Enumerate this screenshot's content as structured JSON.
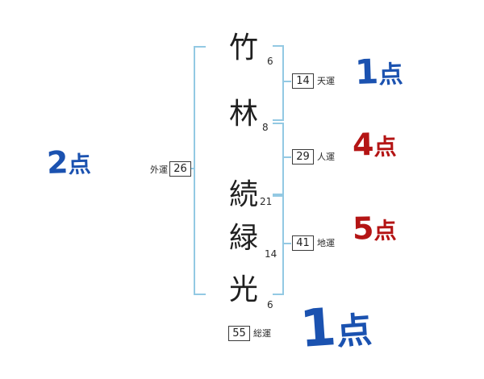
{
  "chars": [
    {
      "char": "竹",
      "strokes": "6"
    },
    {
      "char": "林",
      "strokes": "8"
    },
    {
      "char": "続",
      "strokes": "21"
    },
    {
      "char": "緑",
      "strokes": "14"
    },
    {
      "char": "光",
      "strokes": "6"
    }
  ],
  "fortunes": {
    "tenun": {
      "value": "14",
      "label": "天運",
      "score_num": "1",
      "score_suffix": "点"
    },
    "jinun": {
      "value": "29",
      "label": "人運",
      "score_num": "4",
      "score_suffix": "点"
    },
    "chiun": {
      "value": "41",
      "label": "地運",
      "score_num": "5",
      "score_suffix": "点"
    },
    "gaiun": {
      "value": "26",
      "label": "外運",
      "score_num": "2",
      "score_suffix": "点"
    },
    "souun": {
      "value": "55",
      "label": "総運",
      "score_num": "1",
      "score_suffix": "点"
    }
  },
  "colors": {
    "score_blue": "#1b52b0",
    "score_red": "#b41414",
    "bracket_blue": "#93c9e3",
    "box_border": "#3a3a3a"
  }
}
